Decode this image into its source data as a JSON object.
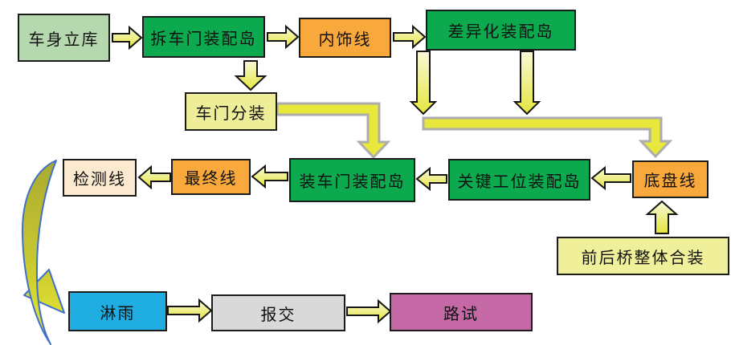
{
  "diagram": {
    "description": "Vehicle final assembly process flowchart",
    "nodes": [
      {
        "id": "body-warehouse",
        "label": "车身立库",
        "fill": "#b5d8ae"
      },
      {
        "id": "door-removal-island",
        "label": "拆车门装配岛",
        "fill": "#0ca94e"
      },
      {
        "id": "interior-line",
        "label": "内饰线",
        "fill": "#f9a83c"
      },
      {
        "id": "differentiation-island",
        "label": "差异化装配岛",
        "fill": "#0ca94e"
      },
      {
        "id": "door-subassembly",
        "label": "车门分装",
        "fill": "#eeee98"
      },
      {
        "id": "inspection-line",
        "label": "检测线",
        "fill": "#fbe9d0"
      },
      {
        "id": "final-line",
        "label": "最终线",
        "fill": "#f9a83c"
      },
      {
        "id": "door-install-island",
        "label": "装车门装配岛",
        "fill": "#0ca94e"
      },
      {
        "id": "key-station-island",
        "label": "关键工位装配岛",
        "fill": "#0ca94e"
      },
      {
        "id": "chassis-line",
        "label": "底盘线",
        "fill": "#f9a83c"
      },
      {
        "id": "axle-assembly",
        "label": "前后桥整体合装",
        "fill": "#f0f09a"
      },
      {
        "id": "rain-test",
        "label": "淋雨",
        "fill": "#1fade2"
      },
      {
        "id": "delivery",
        "label": "报交",
        "fill": "#d9d9d9"
      },
      {
        "id": "road-test",
        "label": "路试",
        "fill": "#c468a6"
      }
    ],
    "edges": [
      {
        "from": "车身立库",
        "to": "拆车门装配岛",
        "style": "block-arrow"
      },
      {
        "from": "拆车门装配岛",
        "to": "内饰线",
        "style": "block-arrow"
      },
      {
        "from": "内饰线",
        "to": "差异化装配岛",
        "style": "block-arrow"
      },
      {
        "from": "拆车门装配岛",
        "to": "车门分装",
        "style": "block-arrow"
      },
      {
        "from": "车门分装",
        "to": "装车门装配岛",
        "style": "elbow-connector"
      },
      {
        "from": "差异化装配岛",
        "to": "底盘线",
        "style": "two-stubs-merge-elbow"
      },
      {
        "from": "前后桥整体合装",
        "to": "底盘线",
        "style": "block-arrow"
      },
      {
        "from": "底盘线",
        "to": "关键工位装配岛",
        "style": "block-arrow"
      },
      {
        "from": "关键工位装配岛",
        "to": "装车门装配岛",
        "style": "block-arrow"
      },
      {
        "from": "装车门装配岛",
        "to": "最终线",
        "style": "block-arrow"
      },
      {
        "from": "最终线",
        "to": "检测线",
        "style": "block-arrow"
      },
      {
        "from": "检测线",
        "to": "淋雨",
        "style": "curved-arrow"
      },
      {
        "from": "淋雨",
        "to": "报交",
        "style": "block-arrow"
      },
      {
        "from": "报交",
        "to": "路试",
        "style": "block-arrow"
      }
    ],
    "palette": {
      "node_border": "#1c1c1c",
      "green": "#0ca94e",
      "orange": "#f9a83c",
      "light_green": "#b5d8ae",
      "pale_yellow": "#eeee98",
      "cream": "#fbe9d0",
      "cyan": "#1fade2",
      "gray": "#d9d9d9",
      "magenta": "#c468a6",
      "arrow_fill_light": "#f8f8d8",
      "arrow_fill_strong": "#e5e63c",
      "arrow_outline": "#151515",
      "connector_yellow": "#e7e73c",
      "connector_gray": "#adadad",
      "curved_arrow_olive": "#a9a930",
      "curved_arrow_yellow": "#ecec32",
      "curved_arrow_outline": "#4070c8"
    }
  }
}
